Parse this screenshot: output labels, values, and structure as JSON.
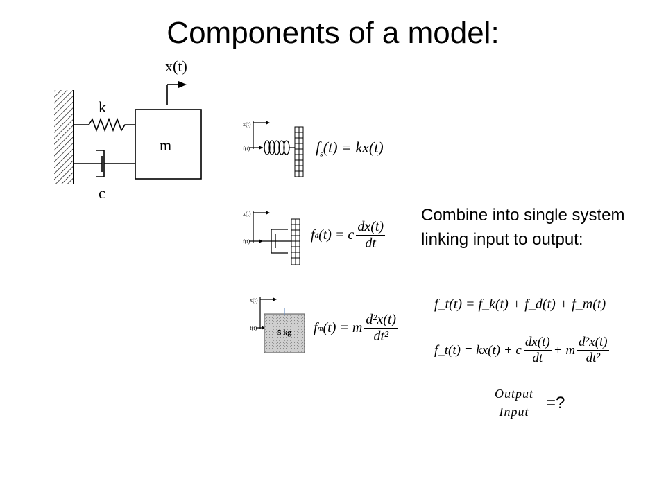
{
  "slide": {
    "title": "Components of a model:",
    "combine_text": "Combine into single system linking input to output:"
  },
  "main_diagram": {
    "displacement_label": "x(t)",
    "spring_label": "k",
    "mass_label": "m",
    "damper_label": "c"
  },
  "spring_component": {
    "input_label_top": "x(t)",
    "input_label_bottom": "f(t)",
    "equation": {
      "lhs": "f",
      "sub": "s",
      "rhs": "(t) = kx(t)"
    }
  },
  "damper_component": {
    "input_label_top": "x(t)",
    "input_label_bottom": "f(t)",
    "equation": {
      "lhs": "f",
      "sub": "d",
      "mid": "(t) = c",
      "num": "dx(t)",
      "den": "dt"
    }
  },
  "mass_component": {
    "input_label_top": "x(t)",
    "input_label_bottom": "f(t)",
    "block_label": "5 kg",
    "equation": {
      "lhs": "f",
      "sub": "m",
      "mid": "(t) = m",
      "num": "d²x(t)",
      "den": "dt²"
    }
  },
  "combined_equations": {
    "eq1": "f_t(t) = f_k(t) + f_d(t) + f_m(t)",
    "eq2_lhs": "f_t(t) = kx(t) + c",
    "eq2_frac1_num": "dx(t)",
    "eq2_frac1_den": "dt",
    "eq2_mid": "+ m",
    "eq2_frac2_num": "d²x(t)",
    "eq2_frac2_den": "dt²"
  },
  "transfer_function": {
    "numerator": "Output",
    "denominator": "Input",
    "suffix": "=?"
  }
}
